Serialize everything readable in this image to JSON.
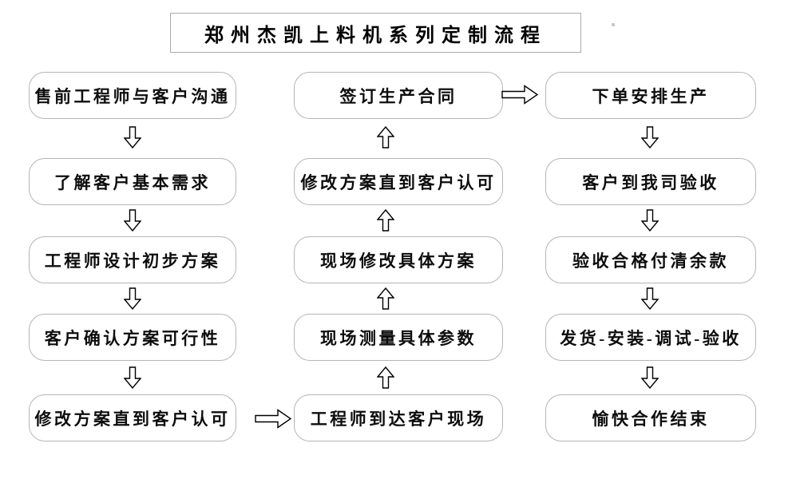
{
  "title": "郑州杰凯上料机系列定制流程",
  "colors": {
    "background": "#ffffff",
    "box_border": "#b5b5b5",
    "text": "#0d0d0d",
    "arrow_outline": "#000000",
    "arrow_fill": "#ffffff"
  },
  "flow": {
    "left_column": [
      "售前工程师与客户沟通",
      "了解客户基本需求",
      "工程师设计初步方案",
      "客户确认方案可行性",
      "修改方案直到客户认可"
    ],
    "middle_column": [
      "签订生产合同",
      "修改方案直到客户认可",
      "现场修改具体方案",
      "现场测量具体参数",
      "工程师到达客户现场"
    ],
    "right_column": [
      "下单安排生产",
      "客户到我司验收",
      "验收合格付清余款",
      "发货-安装-调试-验收",
      "愉快合作结束"
    ]
  }
}
